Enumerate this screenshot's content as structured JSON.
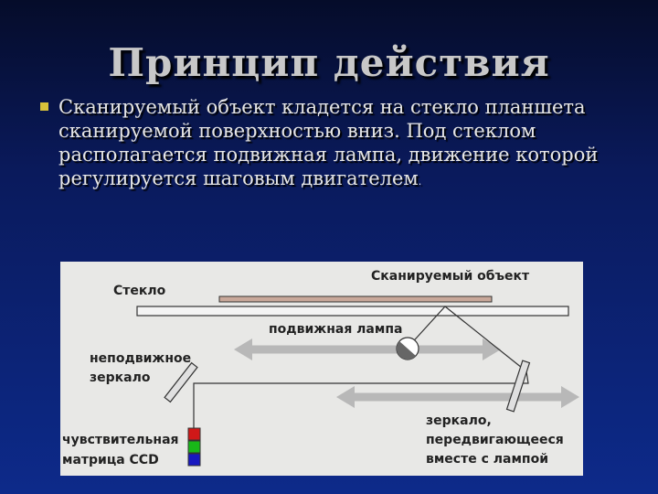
{
  "title": "Принцип действия",
  "bullet": {
    "text": "Сканируемый объект кладется на стекло планшета сканируемой поверхностью вниз. Под стеклом располагается подвижная лампа, движение которой регулируется шаговым двигателем",
    "end": "."
  },
  "diagram": {
    "labels": {
      "glass": "Стекло",
      "object": "Сканируемый объект",
      "lamp": "подвижная лампа",
      "fixed_mirror_1": "неподвижное",
      "fixed_mirror_2": "зеркало",
      "ccd_1": "чувствительная",
      "ccd_2": "матрица CCD",
      "moving_mirror_1": "зеркало,",
      "moving_mirror_2": "передвигающееся",
      "moving_mirror_3": "вместе с лампой"
    },
    "colors": {
      "object": "#c9a89a",
      "arrow": "#b8b8b8",
      "ccd_red": "#d01818",
      "ccd_green": "#18b818",
      "ccd_blue": "#1818c0"
    }
  }
}
